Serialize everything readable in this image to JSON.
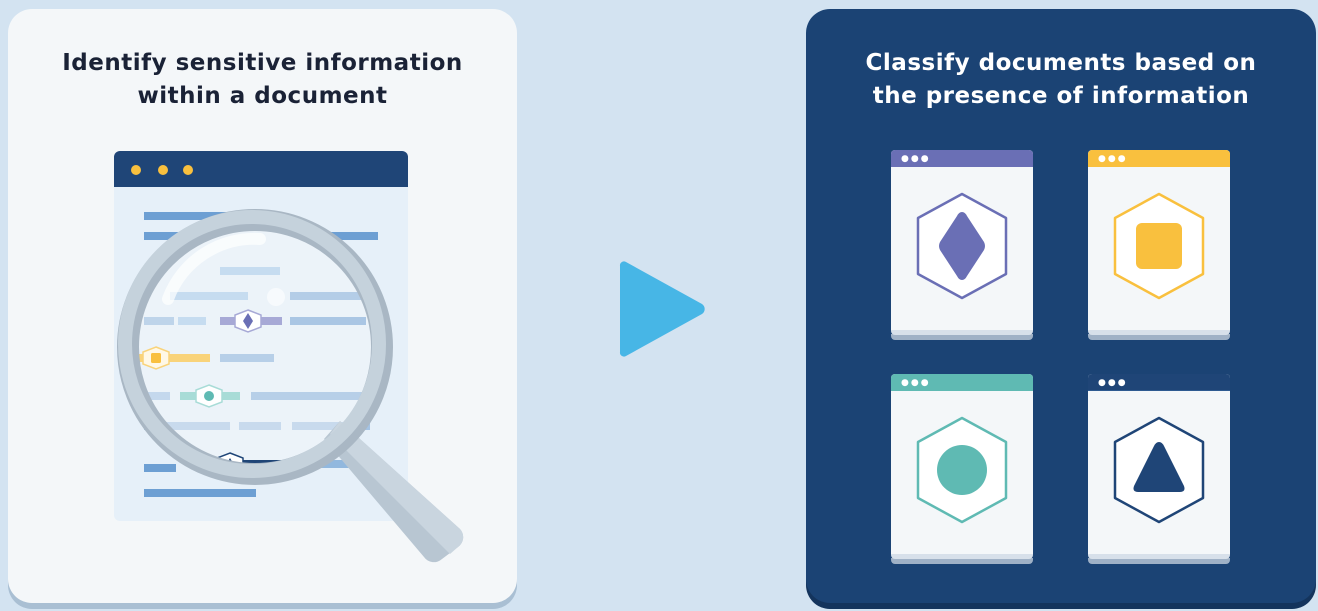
{
  "left_panel": {
    "title_line1": "Identify sensitive information",
    "title_line2": "within a document"
  },
  "right_panel": {
    "title_line1": "Classify documents based on",
    "title_line2": "the presence of information"
  },
  "documents": [
    {
      "shape": "diamond",
      "color": "#6a6fb5"
    },
    {
      "shape": "square",
      "color": "#f9c03e"
    },
    {
      "shape": "circle",
      "color": "#5fbab3"
    },
    {
      "shape": "triangle",
      "color": "#1f4577"
    }
  ],
  "colors": {
    "background": "#d3e3f1",
    "left_panel": "#f4f7f9",
    "right_panel": "#1b4374",
    "arrow": "#47b6e6",
    "doc_header": "#1f4577"
  }
}
